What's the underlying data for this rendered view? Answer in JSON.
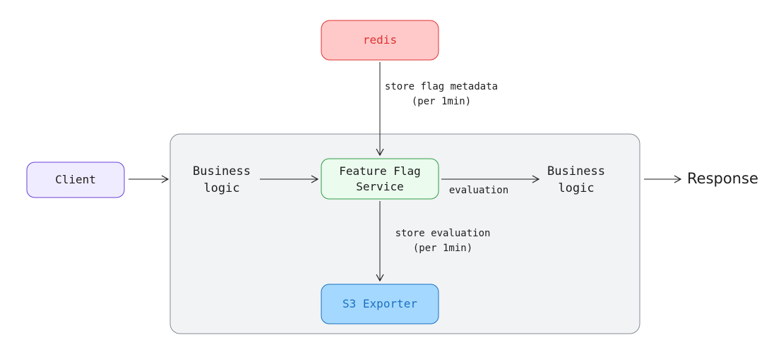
{
  "nodes": {
    "redis": {
      "label": "redis",
      "fill": "#ffc9c9",
      "stroke": "#e03131",
      "text_color": "#e03131"
    },
    "client": {
      "label": "Client",
      "fill": "#f0ecff",
      "stroke": "#6741d9",
      "text_color": "#1e1e1e"
    },
    "feature_flag_service": {
      "line1": "Feature Flag",
      "line2": "Service",
      "fill": "#ebfbee",
      "stroke": "#2f9e44",
      "text_color": "#1e1e1e"
    },
    "s3_exporter": {
      "label": "S3 Exporter",
      "fill": "#a5d8ff",
      "stroke": "#1971c2",
      "text_color": "#1971c2"
    },
    "business_logic_left": {
      "line1": "Business",
      "line2": "logic"
    },
    "business_logic_right": {
      "line1": "Business",
      "line2": "logic"
    },
    "response": {
      "label": "Response"
    }
  },
  "container": {
    "fill": "#f1f3f5",
    "stroke": "#868e96"
  },
  "edge_labels": {
    "redis_to_service_line1": "store flag metadata",
    "redis_to_service_line2": "(per 1min)",
    "service_to_s3_line1": "store evaluation",
    "service_to_s3_line2": "(per 1min)",
    "service_to_business": "evaluation"
  },
  "arrow_color": "#1e1e1e"
}
